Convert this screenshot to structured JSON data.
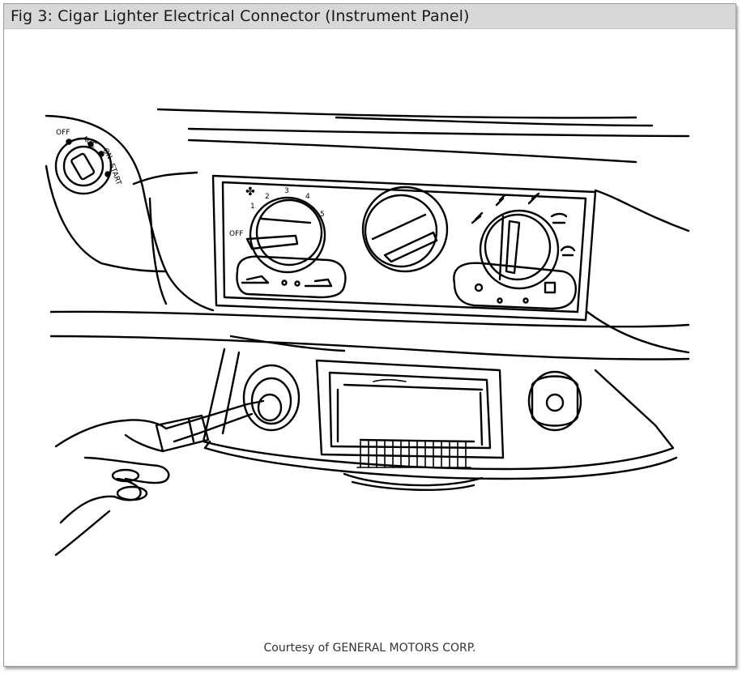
{
  "figure": {
    "title": "Fig 3: Cigar Lighter Electrical Connector (Instrument Panel)",
    "credit": "Courtesy of GENERAL MOTORS CORP."
  },
  "ignition_labels": [
    "OFF",
    "ACC",
    "ON",
    "START"
  ],
  "fan_speed_labels": [
    "OFF",
    "1",
    "2",
    "3",
    "4",
    "5"
  ],
  "colors": {
    "line": "#000000",
    "title_bar": "#d8d8d8",
    "frame_border": "#9a9a9a"
  }
}
